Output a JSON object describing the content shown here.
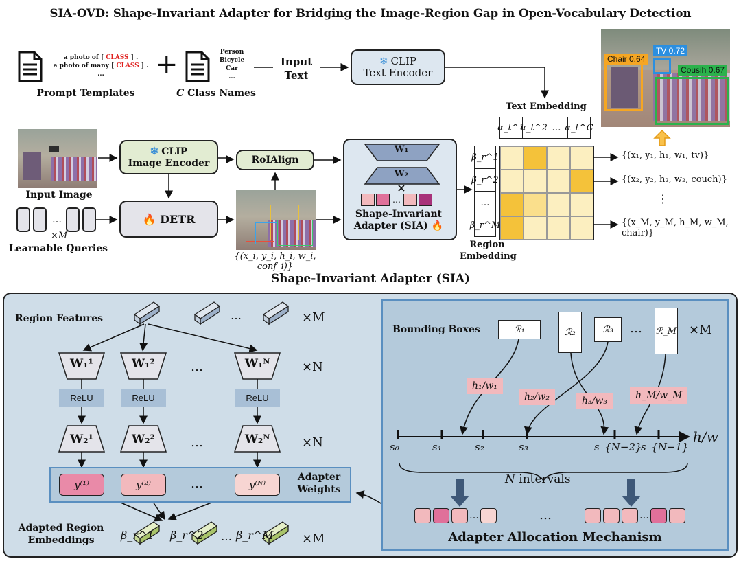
{
  "title": "SIA-OVD: Shape-Invariant Adapter for Bridging the Image-Region Gap in Open-Vocabulary Detection",
  "prompt": {
    "line1_pre": "a photo of [ ",
    "line1_class": "CLASS",
    "line1_post": " ] .",
    "line2_pre": "a photo of many [ ",
    "line2_class": "CLASS",
    "line2_post": " ] .",
    "ellipsis": "...",
    "label": "Prompt Templates"
  },
  "plus": "+",
  "class_names": {
    "items": [
      "Person",
      "Bicycle",
      "Car",
      "..."
    ],
    "label_italic": "C",
    "label_rest": " Class Names"
  },
  "input_text": {
    "line1": "Input",
    "line2": "Text"
  },
  "clip_text": {
    "line1": "CLIP",
    "line2": "Text Encoder"
  },
  "detections": [
    {
      "label": "Chair 0.64",
      "color": "#f5a623"
    },
    {
      "label": "TV 0.72",
      "color": "#2b8fe0"
    },
    {
      "label": "Cousih 0.67",
      "color": "#2bb24c"
    }
  ],
  "text_embedding": {
    "label": "Text Embedding",
    "cells": [
      "α_t^1",
      "α_t^2",
      "…",
      "α_t^C"
    ]
  },
  "input_image": "Input Image",
  "learnable_queries": {
    "dots": "…",
    "times": "×M",
    "label": "Learnable Queries"
  },
  "clip_image": {
    "line1": "CLIP",
    "line2": "Image Encoder"
  },
  "detr": "DETR",
  "roialign": "RoIAlign",
  "sia_box": {
    "w1": "W₁",
    "w2": "W₂",
    "times": "×",
    "dots": "…",
    "line1": "Shape-Invariant",
    "line2": "Adapter (SIA)"
  },
  "region_embedding": {
    "line1": "Region",
    "line2": "Embedding",
    "cells": [
      "β_r^1",
      "β_r^2",
      "…",
      "β_r^M"
    ]
  },
  "det_tuple": "{(x_i, y_i, h_i, w_i, conf_i)}",
  "outputs": [
    "{(x₁, y₁, h₁, w₁, tv)}",
    "{(x₂, y₂, h₂, w₂, couch)}",
    "⋮",
    "{(x_M, y_M, h_M, w_M, chair)}"
  ],
  "sia_heading": "Shape-Invariant Adapter (SIA)",
  "region_features": {
    "label": "Region Features",
    "dots": "…",
    "times": "×M"
  },
  "w1_row": {
    "labels": [
      "W₁¹",
      "W₁²",
      "W₁ᴺ"
    ],
    "dots": "…",
    "times": "×N"
  },
  "relu": "ReLU",
  "w2_row": {
    "labels": [
      "W₂¹",
      "W₂²",
      "W₂ᴺ"
    ],
    "dots": "…",
    "times": "×N"
  },
  "y_row": {
    "labels": [
      "y⁽¹⁾",
      "y⁽²⁾",
      "y⁽ᴺ⁾"
    ],
    "dots": "…",
    "label_line1": "Adapter",
    "label_line2": "Weights"
  },
  "adapted": {
    "line1": "Adapted Region",
    "line2": "Embeddings",
    "b1": "β_r^1",
    "b2": "β_r^2",
    "bm": "β_r^M",
    "dots": "…",
    "times": "×M"
  },
  "bounding_boxes": {
    "label": "Bounding Boxes",
    "r": [
      "ℛ₁",
      "ℛ₂",
      "ℛ₃",
      "ℛ_M"
    ],
    "dots": "…",
    "times": "×M"
  },
  "ratios": [
    "h₁/w₁",
    "h₂/w₂",
    "h₃/w₃",
    "h_M/w_M"
  ],
  "axis": {
    "label": "h/w",
    "ticks": [
      "s₀",
      "s₁",
      "s₂",
      "s₃",
      "s_{N−2}",
      "s_{N−1}"
    ]
  },
  "intervals": {
    "italic": "N",
    "rest": " intervals"
  },
  "alloc": {
    "label": "Adapter Allocation Mechanism",
    "dots": "…"
  },
  "colors": {
    "panel": "#cfdde8",
    "inner_panel": "#b4cadb",
    "pink": "#f2b9bd",
    "pink_dark": "#e0709a",
    "yellow": "#f9d771",
    "yellow_light": "#fcefc0",
    "green_bar": "#cfe0a7"
  }
}
